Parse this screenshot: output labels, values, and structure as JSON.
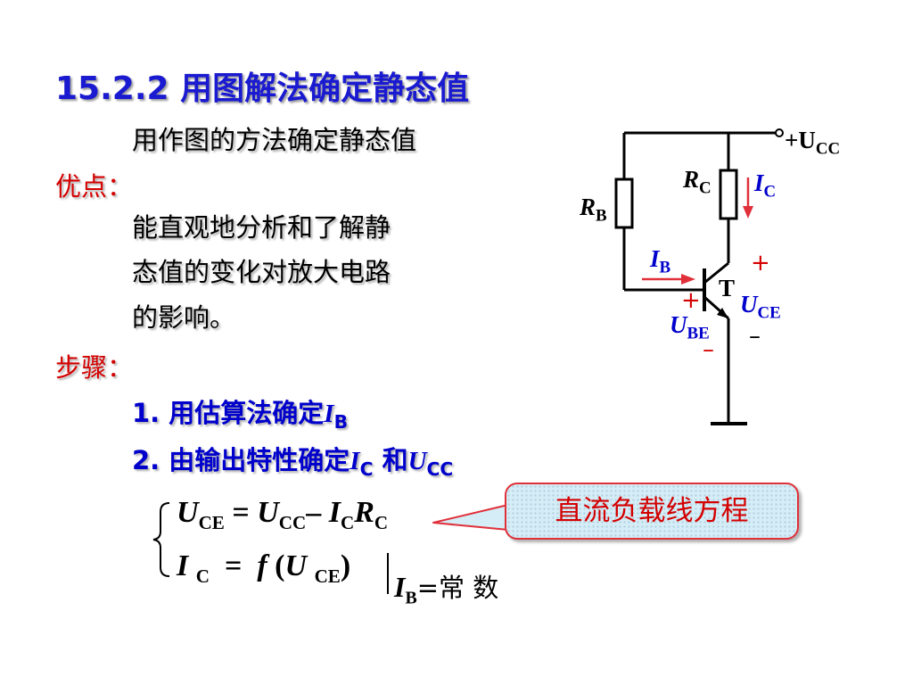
{
  "title": "15.2.2  用图解法确定静态值",
  "intro": "用作图的方法确定静态值",
  "advantages": {
    "label": "优点：",
    "lines": [
      "能直观地分析和了解静",
      "态值的变化对放大电路",
      "的影响。"
    ]
  },
  "steps": {
    "label": "步骤：",
    "step1": {
      "prefix": "1. 用估算法确定",
      "symbol": "I",
      "sub": "B"
    },
    "step2": {
      "prefix": "2. 由输出特性确定",
      "sym1": "I",
      "sub1": "C",
      "mid": " 和",
      "sym2": "U",
      "sub2": "CC"
    }
  },
  "callout": "直流负载线方程",
  "equations": {
    "eq1": {
      "lhs": "U",
      "lhs_sub": "CE",
      "eq": "=",
      "a": "U",
      "a_sub": "CC",
      "minus": "–",
      "b": "I",
      "b_sub": "C",
      "c": "R",
      "c_sub": "C"
    },
    "eq2": {
      "lhs": "I",
      "lhs_sub": "C",
      "eq": "=",
      "f": "f",
      "open": "(",
      "u": "U",
      "u_sub": "CE",
      "close": ")",
      "cond": "I",
      "cond_sub": "B",
      "cond_eq": "=常 数"
    }
  },
  "circuit": {
    "vcc": "+U",
    "vcc_sub": "CC",
    "rc": "R",
    "rc_sub": "C",
    "rb": "R",
    "rb_sub": "B",
    "ic": "I",
    "ic_sub": "C",
    "ib": "I",
    "ib_sub": "B",
    "transistor": "T",
    "uce": "U",
    "uce_sub": "CE",
    "ube": "U",
    "ube_sub": "BE",
    "plus": "+",
    "minus": "–"
  },
  "colors": {
    "title": "#1a1ad0",
    "accent_red": "#d40000",
    "label_blue": "#0000cc",
    "callout_bg": "#d4edf6"
  }
}
